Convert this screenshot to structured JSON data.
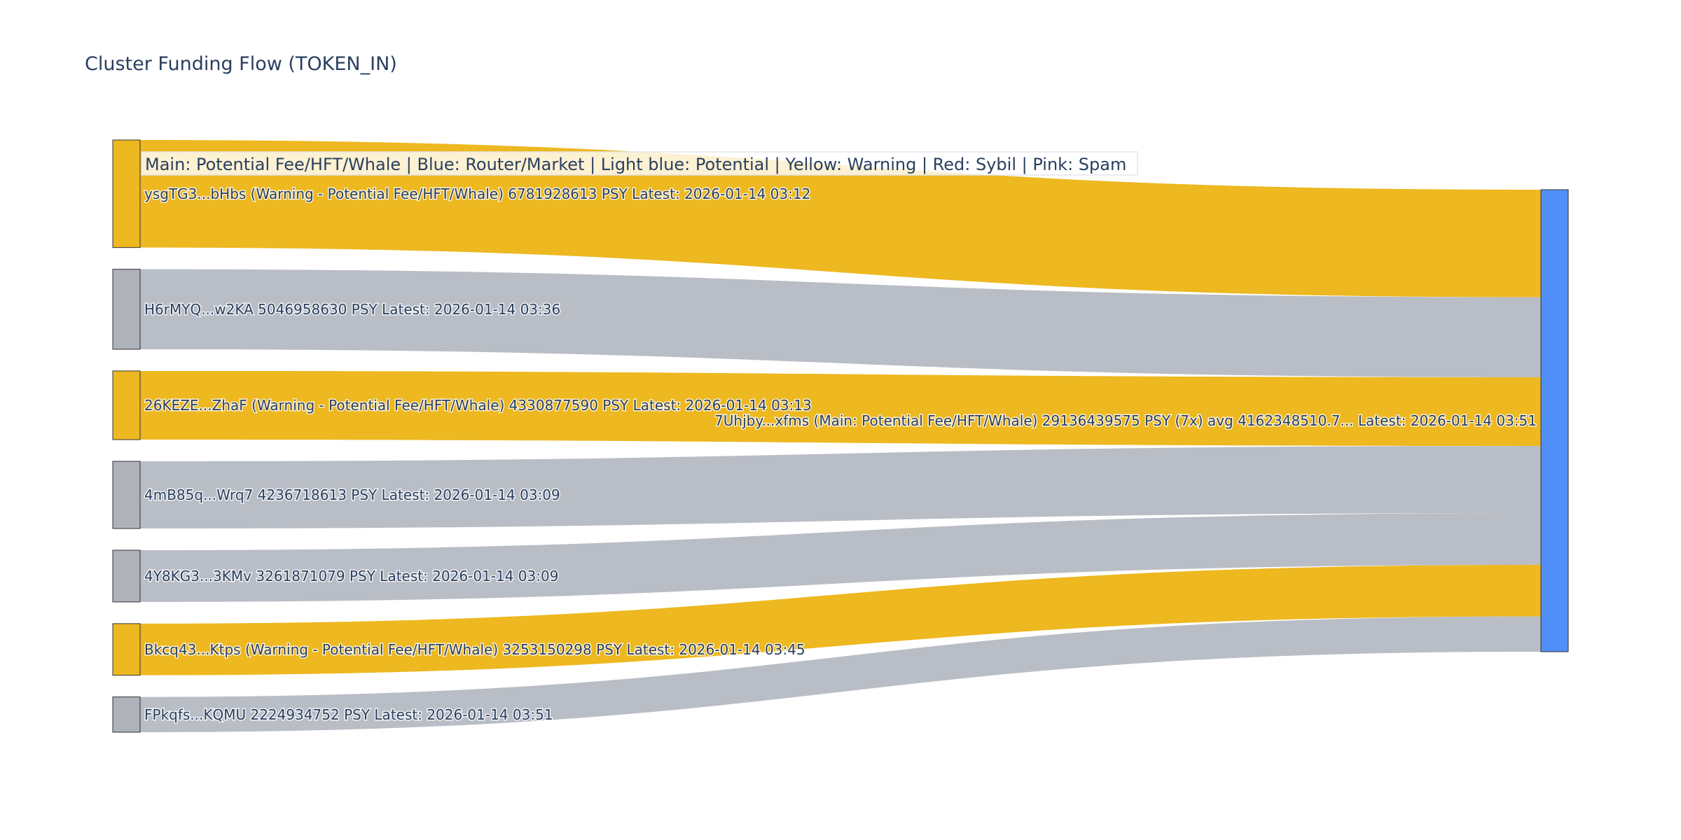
{
  "chart_data": {
    "type": "sankey",
    "title": "Cluster Funding Flow (TOKEN_IN)",
    "annotation": "Main: Potential Fee/HFT/Whale  |  Blue: Router/Market | Light blue: Potential | Yellow: Warning | Red: Sybil | Pink: Spam",
    "colors": {
      "warning": "#EDB820",
      "normal_node": "#ADB2BB",
      "normal_link": "#B9BDC5",
      "main": "#4F8FF7"
    },
    "target": {
      "label": "7Uhjby...xfms (Main: Potential Fee/HFT/Whale) 29136439575 PSY (7x) avg 4162348510.7... Latest: 2026-01-14 03:51",
      "value": 29136439575,
      "category": "main"
    },
    "sources": [
      {
        "label": "ysgTG3...bHbs (Warning - Potential Fee/HFT/Whale) 6781928613 PSY Latest: 2026-01-14 03:12",
        "value": 6781928613,
        "category": "warning"
      },
      {
        "label": "H6rMYQ...w2KA 5046958630 PSY Latest: 2026-01-14 03:36",
        "value": 5046958630,
        "category": "normal"
      },
      {
        "label": "26KEZE...ZhaF (Warning - Potential Fee/HFT/Whale) 4330877590 PSY Latest: 2026-01-14 03:13",
        "value": 4330877590,
        "category": "warning"
      },
      {
        "label": "4mB85q...Wrq7 4236718613 PSY Latest: 2026-01-14 03:09",
        "value": 4236718613,
        "category": "normal"
      },
      {
        "label": "4Y8KG3...3KMv 3261871079 PSY Latest: 2026-01-14 03:09",
        "value": 3261871079,
        "category": "normal"
      },
      {
        "label": "Bkcq43...Ktps (Warning - Potential Fee/HFT/Whale) 3253150298 PSY Latest: 2026-01-14 03:45",
        "value": 3253150298,
        "category": "warning"
      },
      {
        "label": "FPkqfs...KQMU 2224934752 PSY Latest: 2026-01-14 03:51",
        "value": 2224934752,
        "category": "normal"
      }
    ]
  }
}
